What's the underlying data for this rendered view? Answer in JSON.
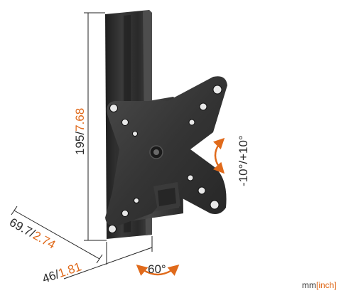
{
  "dimensions": {
    "height": {
      "mm": "195",
      "separator": "/",
      "inch": "7.68"
    },
    "depth": {
      "mm": "69.7",
      "separator": "/",
      "inch": "2.74"
    },
    "width": {
      "mm": "46",
      "separator": "/",
      "inch": "1.81"
    },
    "swivel": "60°",
    "tilt": "-10°/+10°"
  },
  "units": {
    "mm": "mm",
    "inch": "[inch]"
  },
  "colors": {
    "accent": "#e06a1b",
    "dim_line": "#222222",
    "bracket_dark": "#2b2b2b",
    "bracket_mid": "#3a3a3a",
    "bracket_light": "#555555"
  }
}
